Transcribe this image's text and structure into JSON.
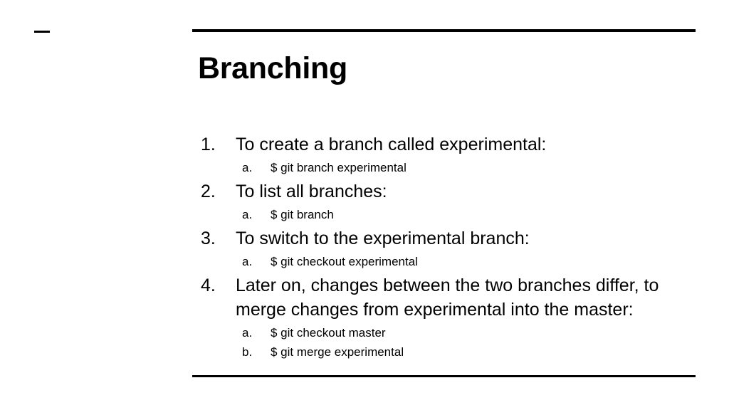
{
  "slide": {
    "title": "Branching",
    "decorations": {
      "corner_dash": "dash-mark",
      "top_rule": "horizontal-rule",
      "bottom_rule": "horizontal-rule"
    },
    "items": [
      {
        "marker": "1.",
        "text": "To create a branch called experimental:",
        "subitems": [
          {
            "marker": "a.",
            "text": "$ git branch experimental"
          }
        ]
      },
      {
        "marker": "2.",
        "text": "To list all branches:",
        "subitems": [
          {
            "marker": "a.",
            "text": "$ git branch"
          }
        ]
      },
      {
        "marker": "3.",
        "text": "To switch to the experimental branch:",
        "subitems": [
          {
            "marker": "a.",
            "text": "$ git checkout experimental"
          }
        ]
      },
      {
        "marker": "4.",
        "text": "Later on, changes between the two branches differ, to merge changes from experimental into the master:",
        "subitems": [
          {
            "marker": "a.",
            "text": "$ git checkout master"
          },
          {
            "marker": "b.",
            "text": "$ git merge experimental"
          }
        ]
      }
    ]
  },
  "colors": {
    "background": "#ffffff",
    "text": "#000000",
    "rule": "#000000"
  }
}
